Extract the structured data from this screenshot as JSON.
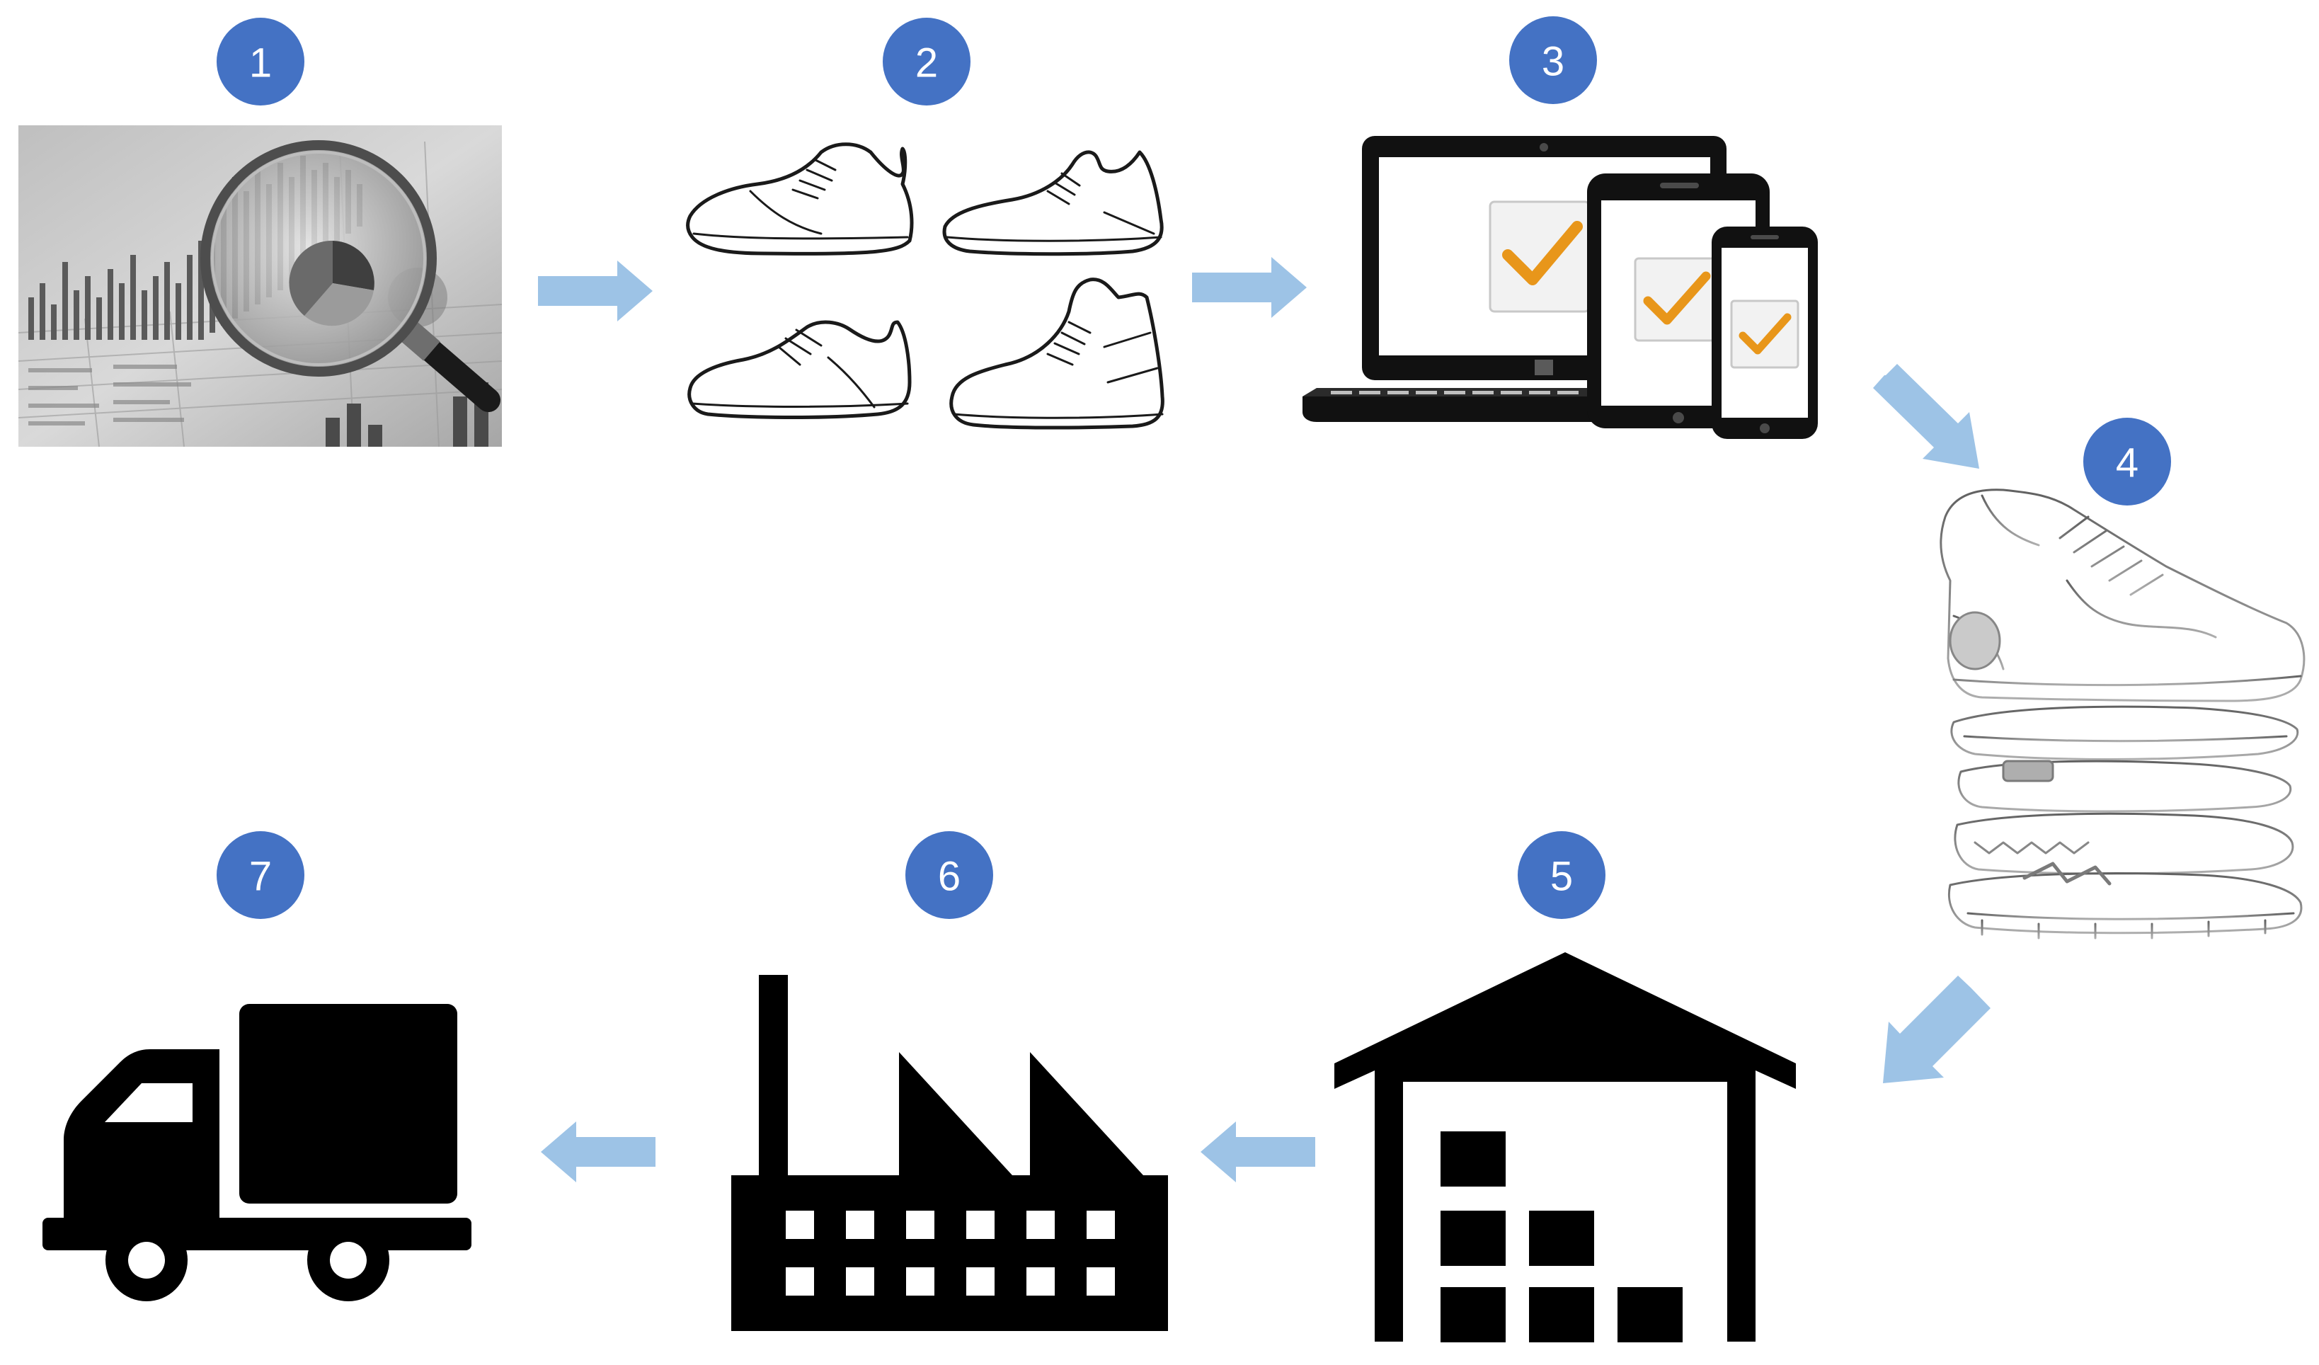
{
  "steps": [
    {
      "number": "1",
      "icon": "magnifier-analytics-photo-icon"
    },
    {
      "number": "2",
      "icon": "sneaker-designs-icon"
    },
    {
      "number": "3",
      "icon": "devices-checkmark-icon"
    },
    {
      "number": "4",
      "icon": "exploded-shoe-sketch-icon"
    },
    {
      "number": "5",
      "icon": "warehouse-icon"
    },
    {
      "number": "6",
      "icon": "factory-icon"
    },
    {
      "number": "7",
      "icon": "delivery-truck-icon"
    }
  ],
  "colors": {
    "badge": "#4472c4",
    "badge_text": "#ffffff",
    "arrow": "#9dc3e6",
    "checkmark": "#e8961a",
    "icon": "#000000"
  }
}
